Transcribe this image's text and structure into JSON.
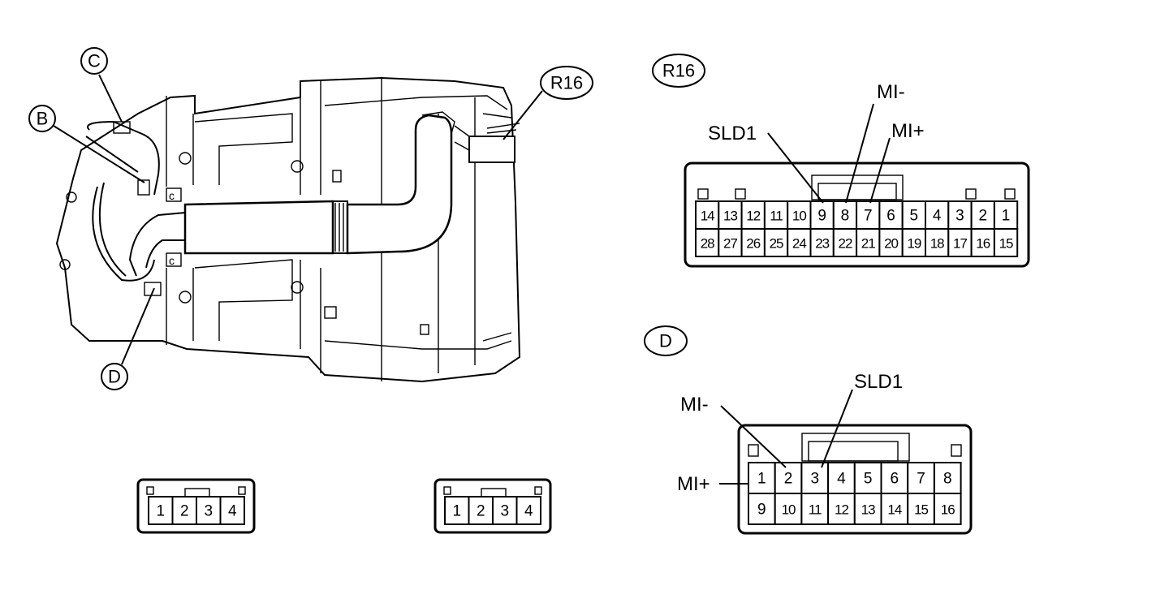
{
  "title": "",
  "callouts": {
    "c": "C",
    "b": "B",
    "d": "D",
    "r16": "R16"
  },
  "connector_r16": {
    "tag": "R16",
    "top_row": [
      "14",
      "13",
      "12",
      "11",
      "10",
      "9",
      "8",
      "7",
      "6",
      "5",
      "4",
      "3",
      "2",
      "1"
    ],
    "bottom_row": [
      "28",
      "27",
      "26",
      "25",
      "24",
      "23",
      "22",
      "21",
      "20",
      "19",
      "18",
      "17",
      "16",
      "15"
    ],
    "labels": {
      "sld1": "SLD1",
      "mi_minus": "MI-",
      "mi_plus": "MI+"
    }
  },
  "connector_d": {
    "tag": "D",
    "top_row": [
      "1",
      "2",
      "3",
      "4",
      "5",
      "6",
      "7",
      "8"
    ],
    "bottom_row": [
      "9",
      "10",
      "11",
      "12",
      "13",
      "14",
      "15",
      "16"
    ],
    "labels": {
      "sld1": "SLD1",
      "mi_minus": "MI-",
      "mi_plus": "MI+"
    }
  },
  "connector_b": {
    "pins": [
      "1",
      "2",
      "3",
      "4"
    ]
  },
  "connector_c": {
    "pins": [
      "1",
      "2",
      "3",
      "4"
    ]
  }
}
